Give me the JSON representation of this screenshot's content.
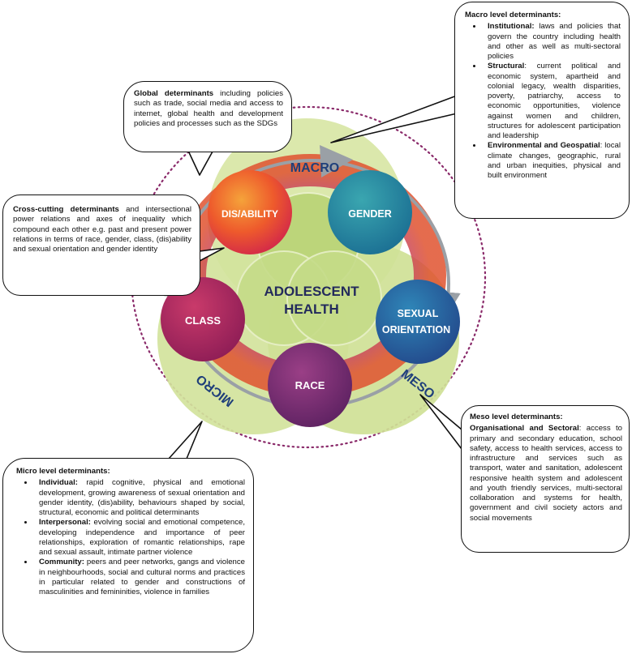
{
  "diagram": {
    "levels": {
      "macro": "MACRO",
      "meso": "MESO",
      "micro": "MICRO"
    },
    "center": {
      "line1": "ADOLESCENT",
      "line2": "HEALTH"
    },
    "circles": {
      "disability": "DIS/ABILITY",
      "gender": "GENDER",
      "sexual_orientation_1": "SEXUAL",
      "sexual_orientation_2": "ORIENTATION",
      "race": "RACE",
      "class": "CLASS"
    },
    "colors": {
      "green_light": "#d9e7a8",
      "green_mid": "#c7dc8a",
      "disability": "#e8462f",
      "gender": "#1e7fa0",
      "sexual_orientation": "#1f5e9a",
      "race": "#7b2a6e",
      "class": "#b01f5a",
      "dotted_ring": "#8a2a6a",
      "level_text": "#1f3f7a"
    }
  },
  "global": {
    "bold": "Global determinants",
    "text": " including policies such as trade, social media and access to internet, global health and development policies and processes such as the SDGs"
  },
  "macro": {
    "title": "Macro level determinants:",
    "items": [
      {
        "bold": "Institutional:",
        "text": " laws and policies that govern the country including health and other as well as multi-sectoral policies"
      },
      {
        "bold": "Structural",
        "text": ": current political and economic system, apartheid and colonial legacy, wealth disparities, poverty, patriarchy, access to economic opportunities, violence against women and children, structures for adolescent participation and leadership"
      },
      {
        "bold": "Environmental and Geospatial",
        "text": ": local climate changes, geographic, rural and urban inequities, physical and built environment"
      }
    ]
  },
  "cross": {
    "bold": "Cross-cutting determinants",
    "text": " and intersectional power relations and axes of inequality which compound each other e.g. past and present power relations in terms of race, gender, class, (dis)ability and sexual orientation and gender identity"
  },
  "meso": {
    "title": "Meso level determinants:",
    "bold": "Organisational and Sectoral",
    "text": ": access to primary and secondary education, school safety, access to health services, access to infrastructure and services such as transport, water and sanitation, adolescent responsive health system and adolescent and youth friendly services, multi-sectoral collaboration and systems for health, government and civil society actors and social movements"
  },
  "micro": {
    "title": "Micro level determinants:",
    "items": [
      {
        "bold": "Individual:",
        "text": " rapid cognitive, physical and emotional development, growing awareness of sexual orientation and gender identity, (dis)ability, behaviours shaped by social, structural, economic and political determinants"
      },
      {
        "bold": "Interpersonal:",
        "text": " evolving social and emotional competence, developing independence and importance of peer relationships, exploration of romantic relationships, rape and sexual assault, intimate partner violence"
      },
      {
        "bold": "Community:",
        "text": " peers and peer networks, gangs and violence in neighbourhoods, social and cultural norms and practices in particular related to gender and constructions of masculinities and femininities, violence in families"
      }
    ]
  }
}
